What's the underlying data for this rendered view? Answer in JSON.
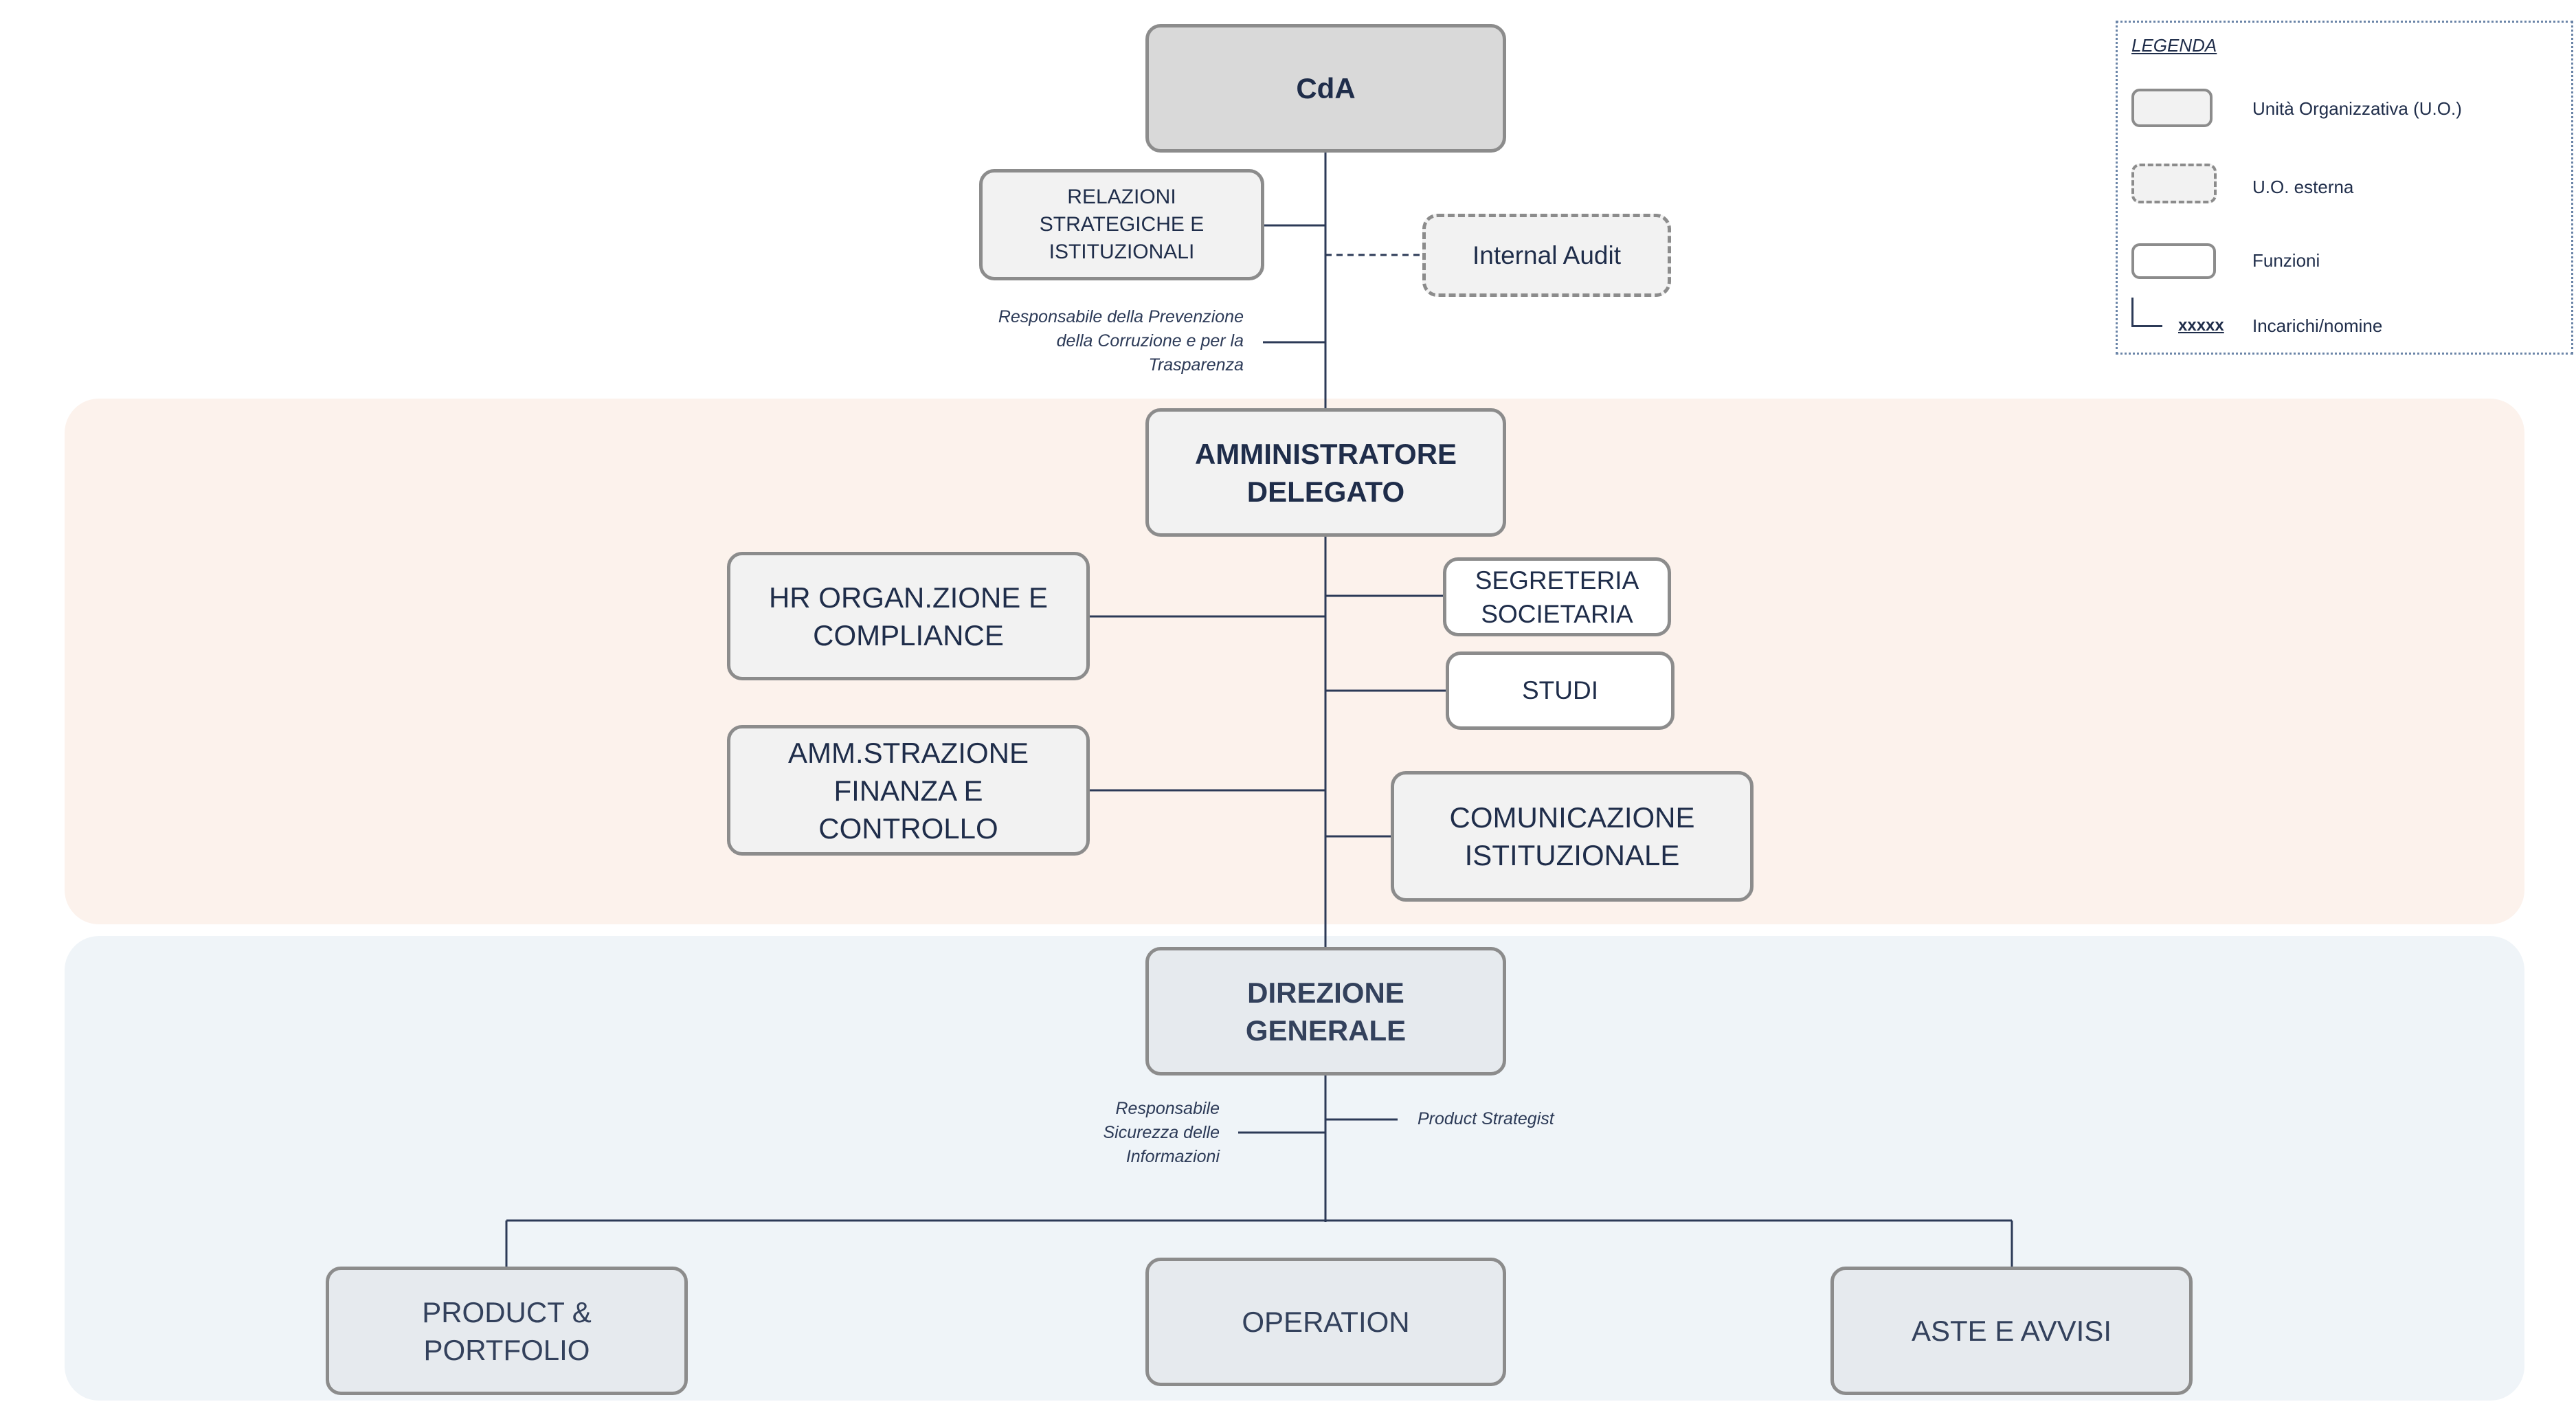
{
  "colors": {
    "band_ad": "#fcf2ec",
    "band_dg": "#eff4f8",
    "line": "#2c3a57",
    "border": "#8c8c8c"
  },
  "nodes": {
    "cda": "CdA",
    "relazioni": "RELAZIONI\nSTRATEGICHE E\nISTITUZIONALI",
    "internal_audit": "Internal Audit",
    "ad": "AMMINISTRATORE\nDELEGATO",
    "hr": "HR ORGAN.ZIONE E\nCOMPLIANCE",
    "segreteria": "SEGRETERIA\nSOCIETARIA",
    "studi": "STUDI",
    "amm": "AMM.STRAZIONE\nFINANZA E\nCONTROLLO",
    "comunicazione": "COMUNICAZIONE\nISTITUZIONALE",
    "dg": "DIREZIONE\nGENERALE",
    "product": "PRODUCT &\nPORTFOLIO",
    "operation": "OPERATION",
    "aste": "ASTE E AVVISI"
  },
  "appointments": {
    "rpct": "Responsabile della Prevenzione\ndella Corruzione e per la\nTrasparenza",
    "rsi": "Responsabile\nSicurezza delle\nInformazioni",
    "product_strategist": "Product Strategist"
  },
  "legend": {
    "title": "LEGENDA",
    "uo": "Unità Organizzativa (U.O.)",
    "external": "U.O. esterna",
    "functions": "Funzioni",
    "sample": "xxxxx",
    "appointments": "Incarichi/nomine"
  }
}
